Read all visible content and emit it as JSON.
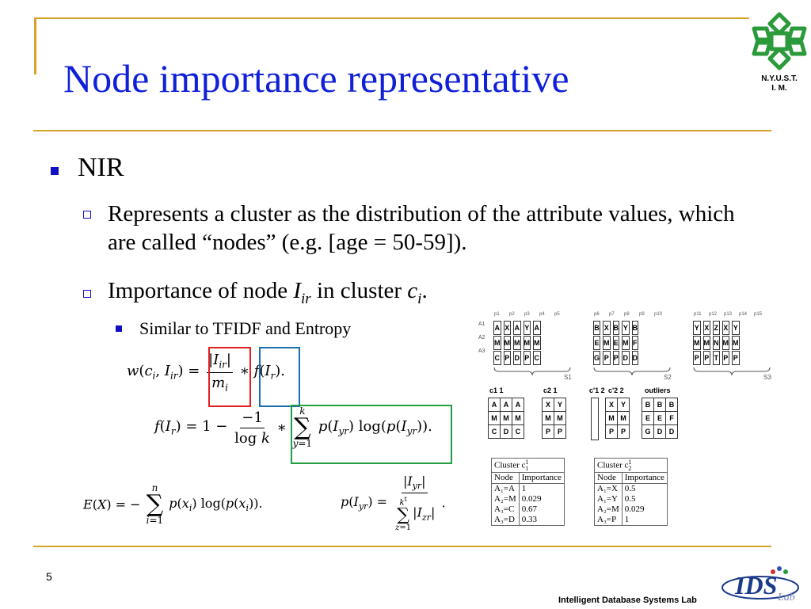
{
  "slide": {
    "title": "Node importance representative",
    "logo_text_line1": "N.Y.U.S.T.",
    "logo_text_line2": "I. M.",
    "page_number": "5",
    "footer": "Intelligent Database Systems Lab",
    "footer_logo": "IDS Lab"
  },
  "bullets": {
    "level1": "NIR",
    "level2_a": "Represents a cluster as the distribution of the attribute values, which are called “nodes” (e.g. [age = 50-59]).",
    "level2_b_prefix": "Importance of node ",
    "level2_b_var1": "I",
    "level2_b_sub1": "ir",
    "level2_b_mid": " in cluster ",
    "level2_b_var2": "c",
    "level2_b_sub2": "i",
    "level2_b_end": ".",
    "level3": "Similar to TFIDF and Entropy"
  },
  "figure": {
    "points": [
      "p1",
      "p2",
      "p3",
      "p4",
      "p5",
      "p6",
      "p7",
      "p8",
      "p9",
      "p10",
      "p11",
      "p12",
      "p13",
      "p14",
      "p15"
    ],
    "attributes": [
      "A1",
      "A2",
      "A3"
    ],
    "slides": [
      {
        "label": "S1",
        "cols": [
          [
            "A",
            "M",
            "C"
          ],
          [
            "X",
            "M",
            "P"
          ],
          [
            "A",
            "M",
            "D"
          ],
          [
            "Y",
            "M",
            "P"
          ],
          [
            "A",
            "M",
            "C"
          ]
        ]
      },
      {
        "label": "S2",
        "cols": [
          [
            "B",
            "E",
            "G"
          ],
          [
            "X",
            "M",
            "P"
          ],
          [
            "B",
            "E",
            "P"
          ],
          [
            "Y",
            "M",
            "D"
          ],
          [
            "B",
            "F",
            "D"
          ]
        ]
      },
      {
        "label": "S3",
        "cols": [
          [
            "Y",
            "M",
            "P"
          ],
          [
            "X",
            "M",
            "P"
          ],
          [
            "Z",
            "N",
            "T"
          ],
          [
            "X",
            "M",
            "P"
          ],
          [
            "Y",
            "M",
            "P"
          ]
        ]
      }
    ],
    "cluster_labels": {
      "c11": "c1 1",
      "c21": "c2 1",
      "c12": "c'1 2",
      "c22": "c'2 2",
      "outliers": "outliers"
    },
    "c11_rows": [
      [
        "A",
        "A",
        "A"
      ],
      [
        "M",
        "M",
        "M"
      ],
      [
        "C",
        "D",
        "C"
      ]
    ],
    "c21_rows": [
      [
        "X",
        "Y"
      ],
      [
        "M",
        "M"
      ],
      [
        "P",
        "P"
      ]
    ],
    "c22_rows": [
      [
        "X",
        "Y"
      ],
      [
        "M",
        "M"
      ],
      [
        "P",
        "P"
      ]
    ],
    "outlier_rows": [
      [
        "B",
        "B",
        "B"
      ],
      [
        "E",
        "E",
        "F"
      ],
      [
        "G",
        "D",
        "D"
      ]
    ],
    "table1": {
      "title": "Cluster c",
      "title_sub": "1",
      "title_sup": "1",
      "headers": [
        "Node",
        "Importance"
      ],
      "rows": [
        [
          "A₁=A",
          "1"
        ],
        [
          "A₂=M",
          "0.029"
        ],
        [
          "A₃=C",
          "0.67"
        ],
        [
          "A₃=D",
          "0.33"
        ]
      ]
    },
    "table2": {
      "title": "Cluster c",
      "title_sub": "2",
      "title_sup": "1",
      "headers": [
        "Node",
        "Importance"
      ],
      "rows": [
        [
          "A₁=X",
          "0.5"
        ],
        [
          "A₁=Y",
          "0.5"
        ],
        [
          "A₂=M",
          "0.029"
        ],
        [
          "A₃=P",
          "1"
        ]
      ]
    }
  },
  "colors": {
    "title": "#1020d8",
    "rule": "#d4a42a",
    "bullet": "#1010c0",
    "box_red": "#e02020",
    "box_blue": "#1a6fb0",
    "box_green": "#20a040",
    "logo_green": "#2a9a3a"
  }
}
